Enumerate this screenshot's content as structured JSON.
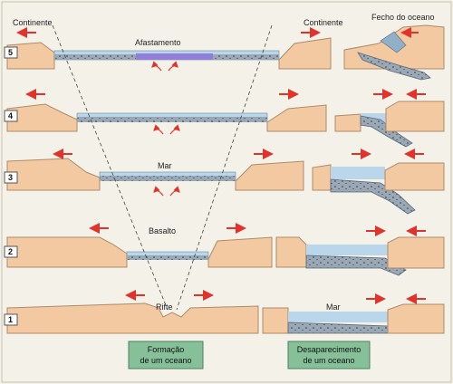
{
  "labels": {
    "continente_left": "Continente",
    "continente_right": "Continente",
    "fecho": "Fecho do oceano",
    "afastamento": "Afastamento",
    "mar_center": "Mar",
    "basalto": "Basalto",
    "rifte": "Rifte",
    "mar_right": "Mar"
  },
  "stages": [
    "5",
    "4",
    "3",
    "2",
    "1"
  ],
  "captions": {
    "formation_line1": "Formação",
    "formation_line2": "de um oceano",
    "disappear_line1": "Desaparecimento",
    "disappear_line2": "de um oceano"
  },
  "colors": {
    "land": "#f2c9a0",
    "land_edge": "#b08a6a",
    "water": "#b9d6ea",
    "crust": "#9aa7b4",
    "arrow": "#e0332b",
    "caption_bg": "#86c098",
    "background": "#f4f1e8"
  }
}
